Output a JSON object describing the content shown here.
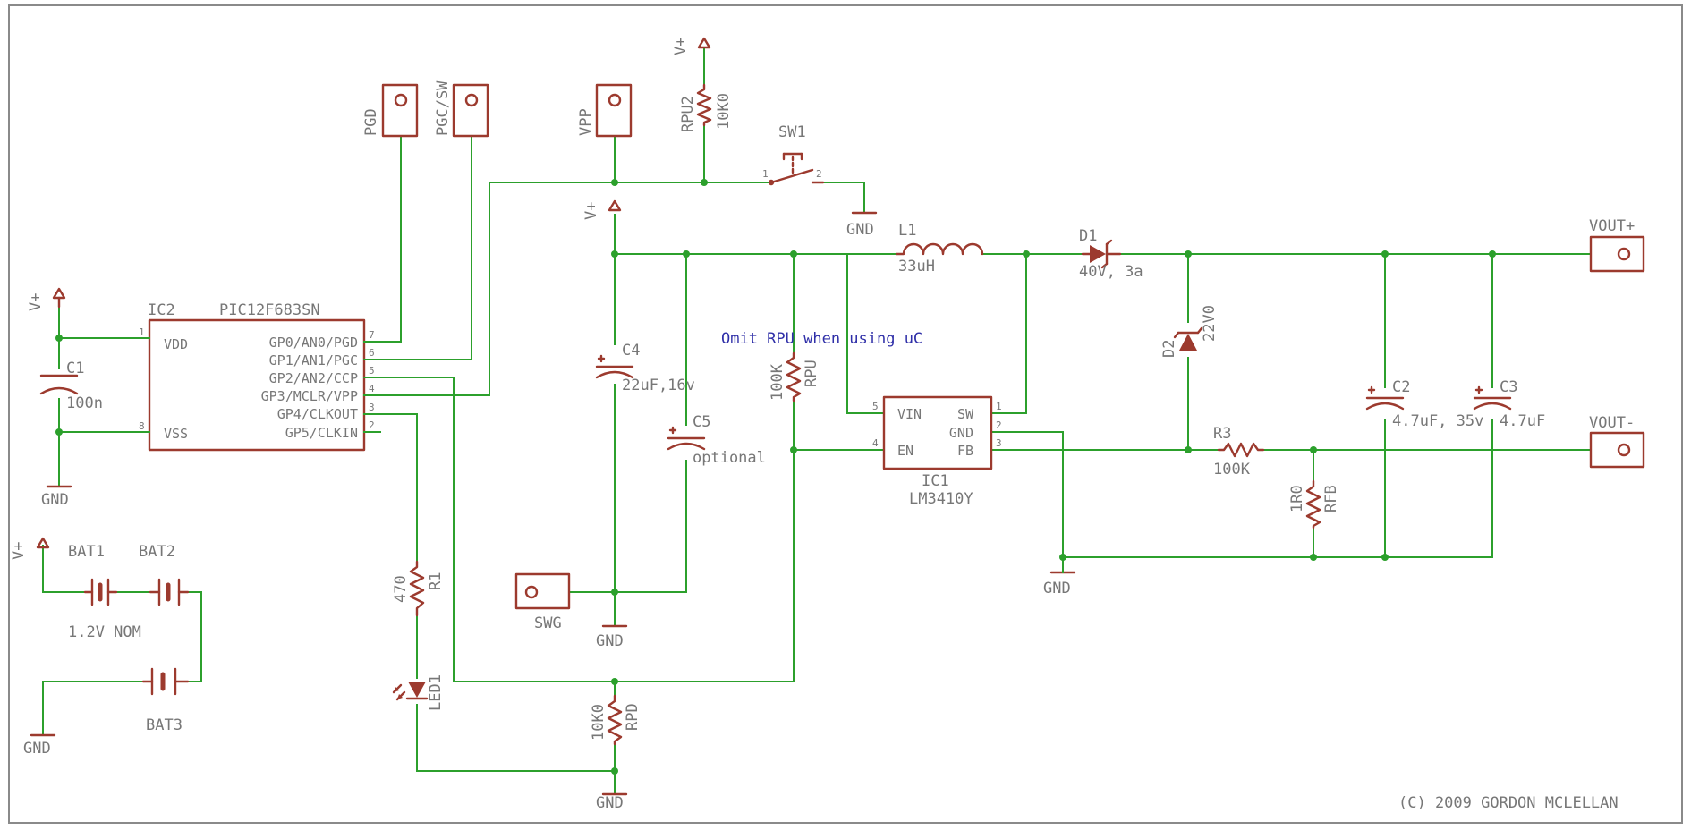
{
  "labels": {
    "v1": "V+",
    "v2": "V+",
    "v3": "V+",
    "v4": "V+",
    "gnd1": "GND",
    "gnd2": "GND",
    "gnd3": "GND",
    "gnd4": "GND",
    "gnd5": "GND",
    "gnd6": "GND",
    "pgd": "PGD",
    "pgcsw": "PGC/SW",
    "vpp": "VPP",
    "swg": "SWG",
    "vout_plus": "VOUT+",
    "vout_minus": "VOUT-",
    "ic2_name": "IC2",
    "ic2_value": "PIC12F683SN",
    "ic2_vdd": "VDD",
    "ic2_vss": "VSS",
    "ic2_gp0": "GP0/AN0/PGD",
    "ic2_gp1": "GP1/AN1/PGC",
    "ic2_gp2": "GP2/AN2/CCP",
    "ic2_gp3": "GP3/MCLR/VPP",
    "ic2_gp4": "GP4/CLKOUT",
    "ic2_gp5": "GP5/CLKIN",
    "ic2_p1": "1",
    "ic2_p8": "8",
    "ic2_p7": "7",
    "ic2_p6": "6",
    "ic2_p5": "5",
    "ic2_p4": "4",
    "ic2_p3": "3",
    "ic2_p2": "2",
    "ic1_name": "IC1",
    "ic1_value": "LM3410Y",
    "ic1_vin": "VIN",
    "ic1_en": "EN",
    "ic1_sw": "SW",
    "ic1_gnd": "GND",
    "ic1_fb": "FB",
    "ic1_p5": "5",
    "ic1_p4": "4",
    "ic1_p1": "1",
    "ic1_p2": "2",
    "ic1_p3": "3",
    "c1": "C1",
    "c1_val": "100n",
    "c4": "C4",
    "c4_val": "22uF,16v",
    "c5": "C5",
    "c5_val": "optional",
    "c2": "C2",
    "c2_val": "4.7uF, 35v",
    "c3": "C3",
    "c3_val": "4.7uF",
    "l1": "L1",
    "l1_val": "33uH",
    "d1": "D1",
    "d1_val": "40V, 3a",
    "d2": "D2",
    "d2_val": "22V0",
    "r1": "R1",
    "r1_val": "470",
    "r3": "R3",
    "r3_val": "100K",
    "rfb": "RFB",
    "rfb_val": "1R0",
    "rpu": "RPU",
    "rpu_val": "100K",
    "rpu2": "RPU2",
    "rpu2_val": "10K0",
    "rpd": "RPD",
    "rpd_val": "10K0",
    "sw1": "SW1",
    "sw1_p1": "1",
    "sw1_p2": "2",
    "led1": "LED1",
    "bat1": "BAT1",
    "bat2": "BAT2",
    "bat3": "BAT3",
    "bat_val": "1.2V NOM",
    "note": "Omit RPU when using uC",
    "copyright": "(C) 2009 GORDON MCLELLAN"
  },
  "colors": {
    "wire": "#2ca02c",
    "symbol": "#9c3a2e",
    "label": "#777777",
    "note": "#2f2fa8"
  }
}
